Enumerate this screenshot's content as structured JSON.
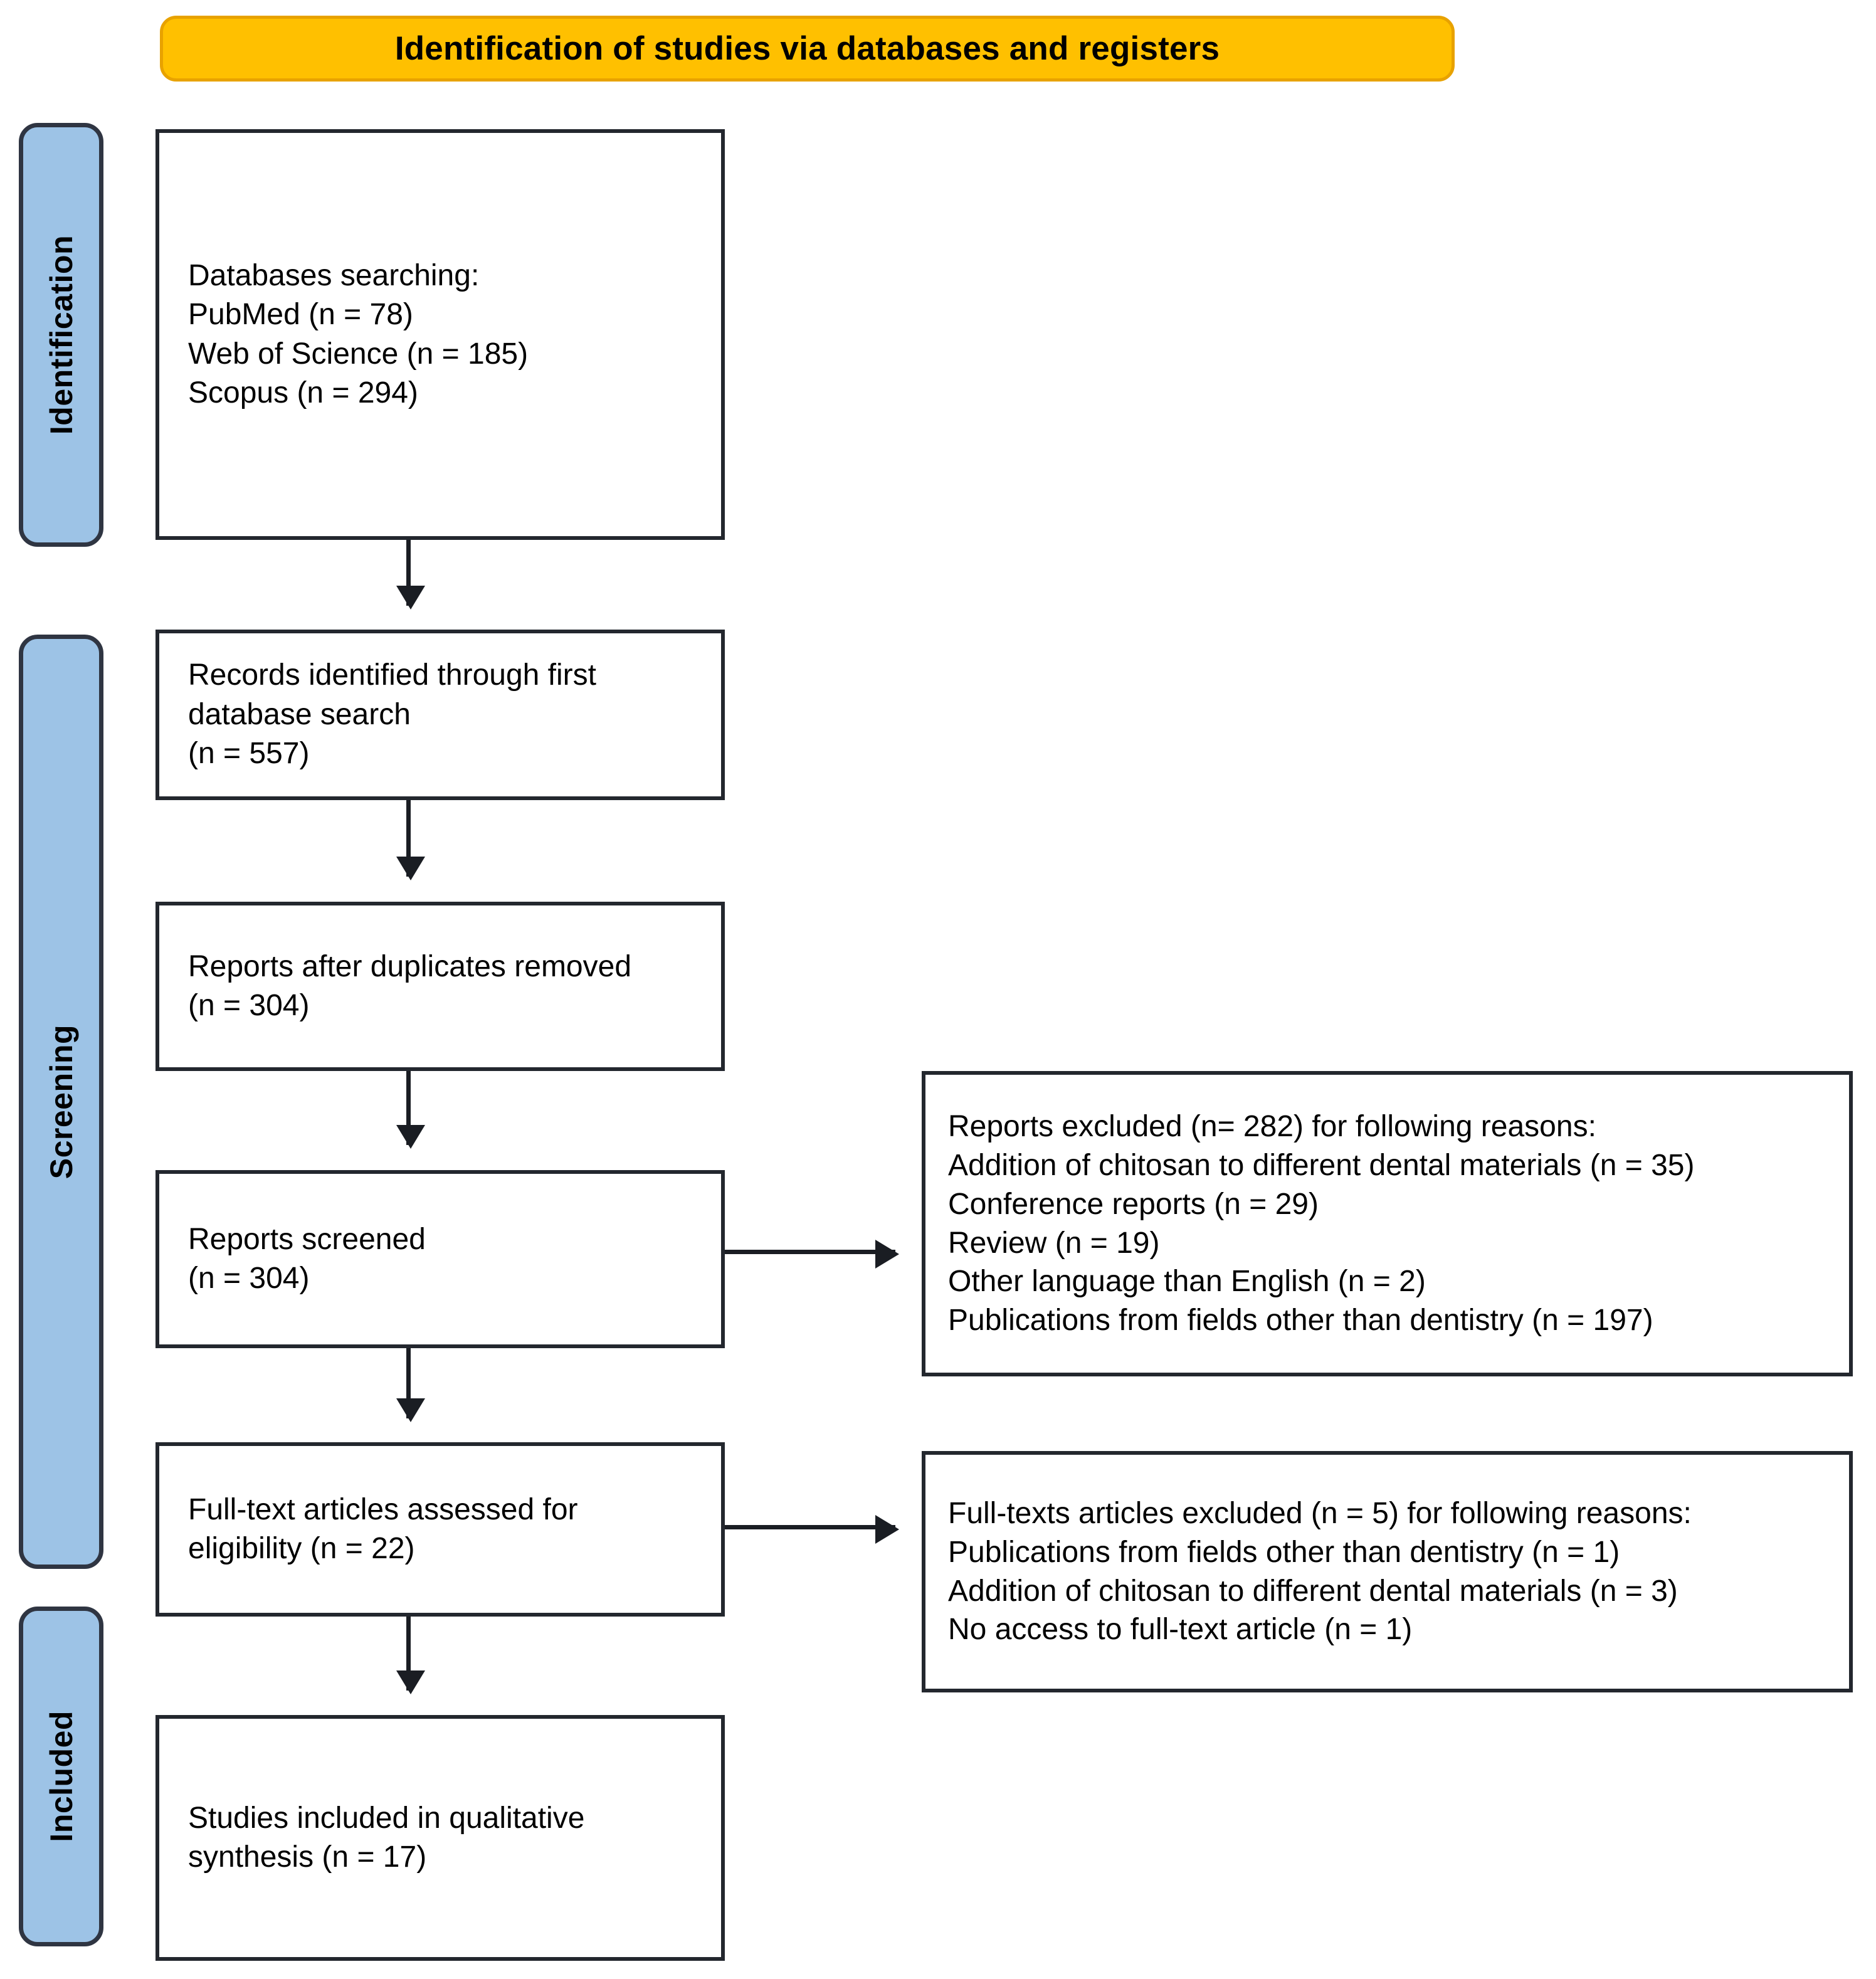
{
  "banner": {
    "title": "Identification of studies via databases and registers"
  },
  "stages": [
    {
      "id": "identification",
      "label": "Identification"
    },
    {
      "id": "screening",
      "label": "Screening"
    },
    {
      "id": "included",
      "label": "Included"
    }
  ],
  "flow": {
    "databases": "Databases searching:\nPubMed (n = 78)\nWeb of Science (n = 185)\nScopus (n = 294)",
    "records_identified": "Records identified through first\ndatabase search\n(n = 557)",
    "duplicates_removed": "Reports after duplicates removed\n(n = 304)",
    "reports_screened": "Reports screened\n(n = 304)",
    "fulltext_assessed": "Full-text articles assessed for\neligibility (n = 22)",
    "studies_included": "Studies included in qualitative\nsynthesis (n = 17)"
  },
  "exclusions": {
    "screening": "Reports excluded (n= 282) for following reasons:\nAddition of chitosan to different dental materials (n = 35)\nConference reports (n = 29)\nReview (n = 19)\nOther language than English (n = 2)\nPublications from fields other than dentistry (n = 197)",
    "eligibility": "Full-texts articles excluded (n = 5) for following reasons:\nPublications from fields other than dentistry (n = 1)\nAddition of chitosan to different dental materials (n = 3)\nNo access to full-text article (n = 1)"
  },
  "colors": {
    "banner_fill": "#FFC000",
    "banner_border": "#E8A200",
    "stage_fill": "#9DC3E6",
    "stage_border": "#2F3542",
    "box_border": "#23272E",
    "arrow": "#1A1D23"
  },
  "chart_data": {
    "type": "table",
    "title": "PRISMA flow diagram — Identification of studies via databases and registers",
    "nodes": [
      {
        "stage": "Identification",
        "label": "Databases searching",
        "sources": [
          {
            "name": "PubMed",
            "n": 78
          },
          {
            "name": "Web of Science",
            "n": 185
          },
          {
            "name": "Scopus",
            "n": 294
          }
        ]
      },
      {
        "stage": "Screening",
        "label": "Records identified through first database search",
        "n": 557
      },
      {
        "stage": "Screening",
        "label": "Reports after duplicates removed",
        "n": 304
      },
      {
        "stage": "Screening",
        "label": "Reports screened",
        "n": 304
      },
      {
        "stage": "Screening",
        "label": "Full-text articles assessed for eligibility",
        "n": 22
      },
      {
        "stage": "Included",
        "label": "Studies included in qualitative synthesis",
        "n": 17
      }
    ],
    "exclusions": [
      {
        "from": "Reports screened",
        "total": 282,
        "reasons": [
          {
            "reason": "Addition of chitosan to different dental materials",
            "n": 35
          },
          {
            "reason": "Conference reports",
            "n": 29
          },
          {
            "reason": "Review",
            "n": 19
          },
          {
            "reason": "Other language than English",
            "n": 2
          },
          {
            "reason": "Publications from fields other than dentistry",
            "n": 197
          }
        ]
      },
      {
        "from": "Full-text articles assessed for eligibility",
        "total": 5,
        "reasons": [
          {
            "reason": "Publications from fields other than dentistry",
            "n": 1
          },
          {
            "reason": "Addition of chitosan to different dental materials",
            "n": 3
          },
          {
            "reason": "No access to full-text article",
            "n": 1
          }
        ]
      }
    ]
  }
}
